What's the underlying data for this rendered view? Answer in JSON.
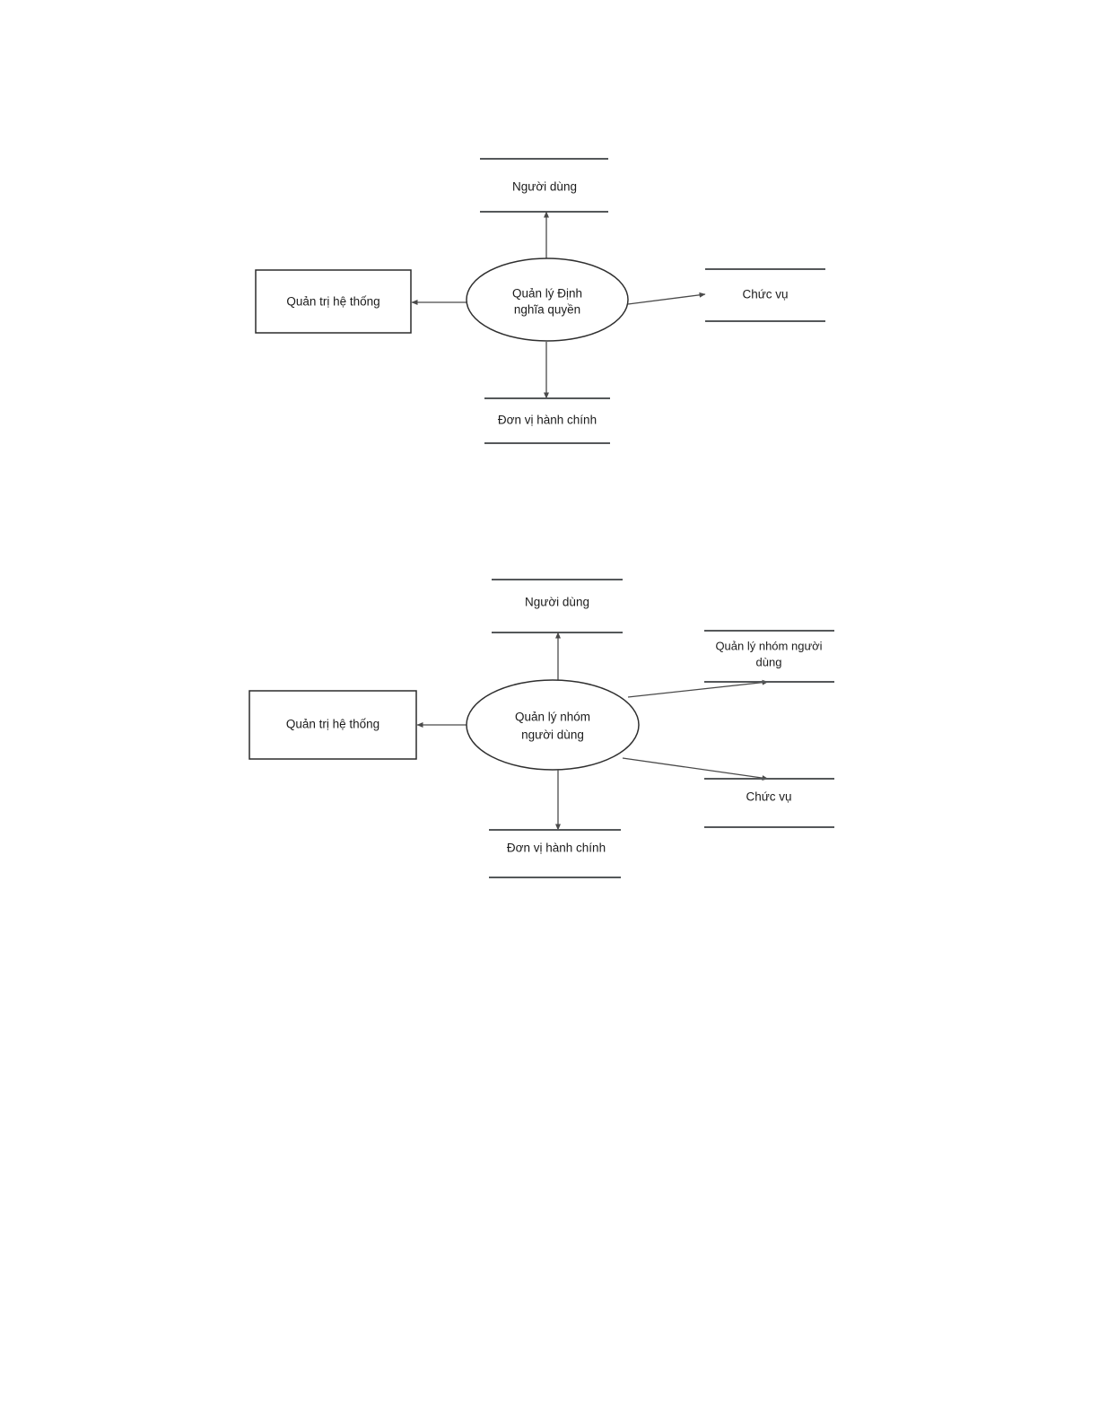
{
  "document": {
    "type": "data-flow-diagram",
    "page_background": "#ffffff",
    "stroke_color": "#3a3a3a",
    "text_color": "#1c1c1c"
  },
  "diagrams": [
    {
      "id": "dfd-quan-ly-dinh-nghia-quyen",
      "process": {
        "line1": "Quản lý Định",
        "line2": "nghĩa quyền"
      },
      "external_entity": {
        "label": "Quản trị hệ thống"
      },
      "data_stores": [
        {
          "id": "nguoi-dung",
          "label": "Người dùng",
          "position": "top"
        },
        {
          "id": "chuc-vu",
          "label": "Chức vụ",
          "position": "right"
        },
        {
          "id": "don-vi-hanh-chinh",
          "label": "Đơn vị hành chính",
          "position": "bottom"
        }
      ],
      "flows": [
        {
          "from": "process",
          "to": "nguoi-dung",
          "direction": "up"
        },
        {
          "from": "process",
          "to": "external_entity",
          "direction": "left"
        },
        {
          "from": "process",
          "to": "chuc-vu",
          "direction": "right"
        },
        {
          "from": "process",
          "to": "don-vi-hanh-chinh",
          "direction": "down"
        }
      ]
    },
    {
      "id": "dfd-quan-ly-nhom-nguoi-dung",
      "process": {
        "line1": "Quản lý nhóm",
        "line2": "người dùng"
      },
      "external_entity": {
        "label": "Quản trị hệ thống"
      },
      "data_stores": [
        {
          "id": "nguoi-dung-2",
          "label": "Người dùng",
          "position": "top"
        },
        {
          "id": "quan-ly-nhom-nguoi-dung",
          "label_line1": "Quản lý nhóm người",
          "label_line2": "dùng",
          "position": "right-top"
        },
        {
          "id": "chuc-vu-2",
          "label": "Chức vụ",
          "position": "right-bottom"
        },
        {
          "id": "don-vi-hanh-chinh-2",
          "label": "Đơn vị hành chính",
          "position": "bottom"
        }
      ],
      "flows": [
        {
          "from": "process",
          "to": "nguoi-dung-2",
          "direction": "up"
        },
        {
          "from": "process",
          "to": "external_entity",
          "direction": "left"
        },
        {
          "from": "process",
          "to": "quan-ly-nhom-nguoi-dung",
          "direction": "up-right"
        },
        {
          "from": "process",
          "to": "chuc-vu-2",
          "direction": "down-right"
        },
        {
          "from": "process",
          "to": "don-vi-hanh-chinh-2",
          "direction": "down"
        }
      ]
    }
  ]
}
